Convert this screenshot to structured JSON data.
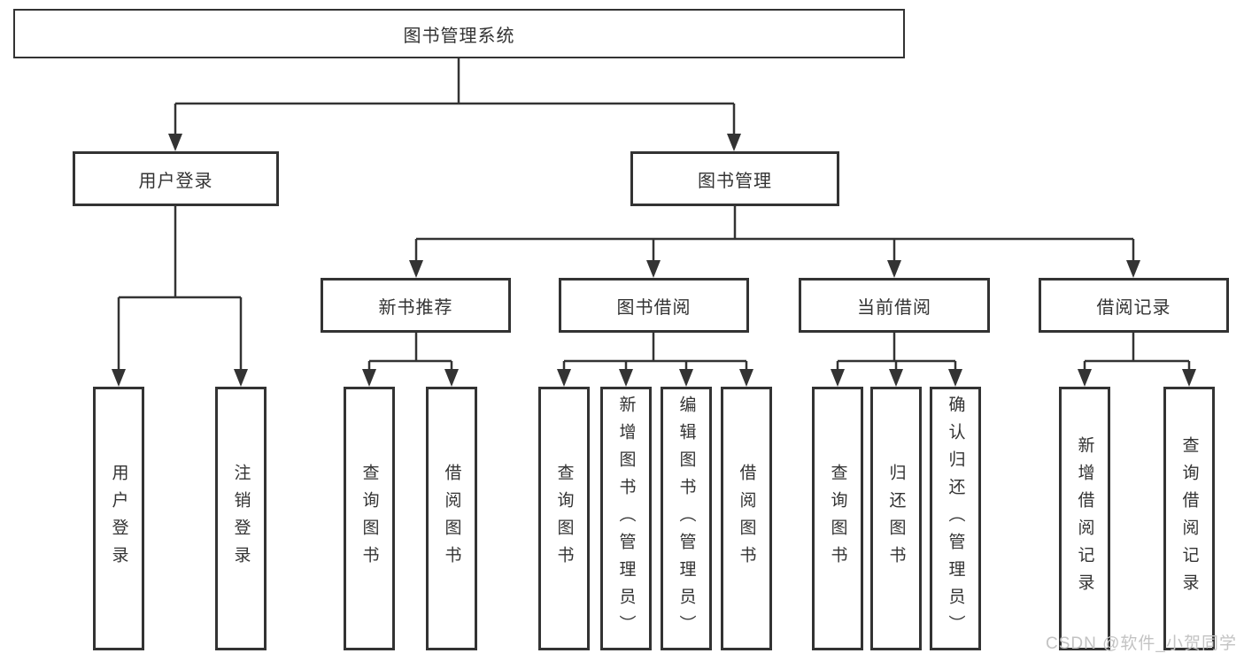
{
  "diagram_title": "图书管理系统",
  "nodes": {
    "root": "图书管理系统",
    "user_login": "用户登录",
    "book_management": "图书管理",
    "new_book_recommend": "新书推荐",
    "book_borrow": "图书借阅",
    "current_borrow": "当前借阅",
    "borrow_record": "借阅记录",
    "leaf_user_login": "用户登录",
    "leaf_logout": "注销登录",
    "leaf_recommend_query_book": "查询图书",
    "leaf_recommend_borrow_book": "借阅图书",
    "leaf_borrow_query_book": "查询图书",
    "leaf_borrow_add_book": "新增图书（管理员）",
    "leaf_borrow_edit_book": "编辑图书（管理员）",
    "leaf_borrow_borrow_book": "借阅图书",
    "leaf_current_query_book": "查询图书",
    "leaf_current_return_book": "归还图书",
    "leaf_current_confirm_return": "确认归还（管理员）",
    "leaf_record_add": "新增借阅记录",
    "leaf_record_query": "查询借阅记录"
  },
  "watermark": "CSDN @软件_小贺同学",
  "colors": {
    "line": "#333333",
    "text": "#333333",
    "box_background": "#ffffff",
    "watermark": "#c3c3c3"
  }
}
